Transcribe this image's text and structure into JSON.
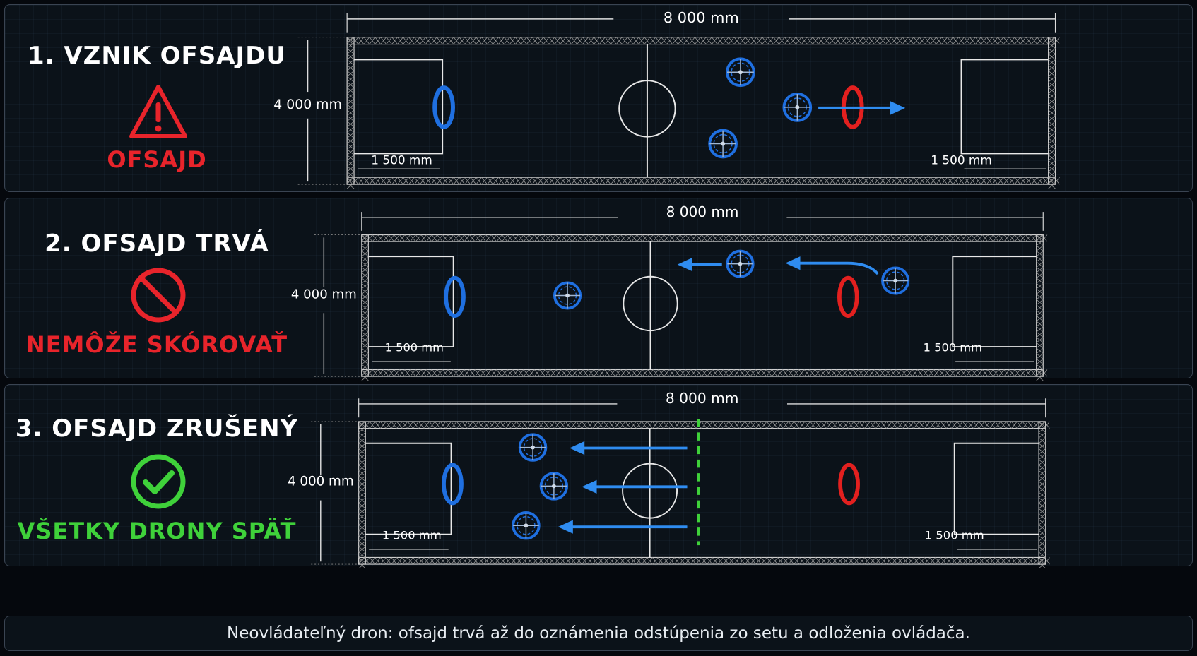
{
  "panels": [
    {
      "title": "1. VZNIK OFSAJDU",
      "status_label": "OFSAJD",
      "status_icon": "warning-triangle-icon",
      "status_color": "#e8242b",
      "width_label": "8 000 mm",
      "height_label": "4 000 mm",
      "left_zone_label": "1 500 mm",
      "right_zone_label": "1 500 mm"
    },
    {
      "title": "2. OFSAJD TRVÁ",
      "status_label": "NEMÔŽE SKÓROVAŤ",
      "status_icon": "prohibited-icon",
      "status_color": "#e8242b",
      "width_label": "8 000 mm",
      "height_label": "4 000 mm",
      "left_zone_label": "1 500 mm",
      "right_zone_label": "1 500 mm"
    },
    {
      "title": "3. OFSAJD ZRUŠENÝ",
      "status_label": "VŠETKY DRONY SPÄŤ",
      "status_icon": "check-circle-icon",
      "status_color": "#3fd13a",
      "width_label": "8 000 mm",
      "height_label": "4 000 mm",
      "left_zone_label": "1 500 mm",
      "right_zone_label": "1 500 mm"
    }
  ],
  "footer_note": "Neovládateľný dron: ofsajd trvá až do oznámenia odstúpenia zo setu a odloženia ovládača.",
  "colors": {
    "blue_team": "#1f6fe0",
    "red_team": "#e3201f",
    "arrow_blue": "#2f8cf0",
    "reset_line": "#3fd13a",
    "field_lines": "#e8e8e8"
  }
}
